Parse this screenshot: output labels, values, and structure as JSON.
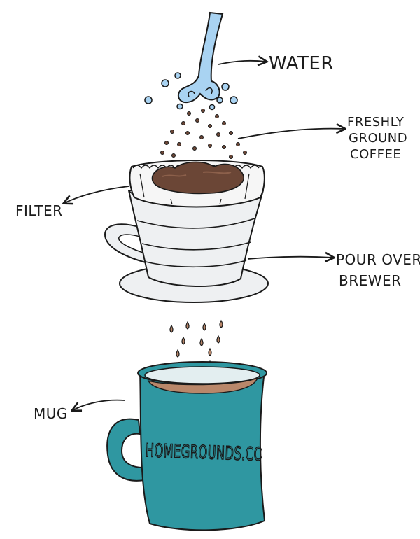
{
  "labels": {
    "water": "WATER",
    "coffee_line1": "FRESHLY",
    "coffee_line2": "GROUND",
    "coffee_line3": "COFFEE",
    "filter": "FILTER",
    "brewer_line1": "POUR OVER",
    "brewer_line2": "BREWER",
    "mug": "MUG"
  },
  "mug_text": "HOMEGROUNDS.CO",
  "colors": {
    "water": "#a9d3f2",
    "coffee": "#6b4636",
    "mug": "#2f97a1",
    "brew": "#b9876a",
    "outline": "#1a1a1a"
  }
}
